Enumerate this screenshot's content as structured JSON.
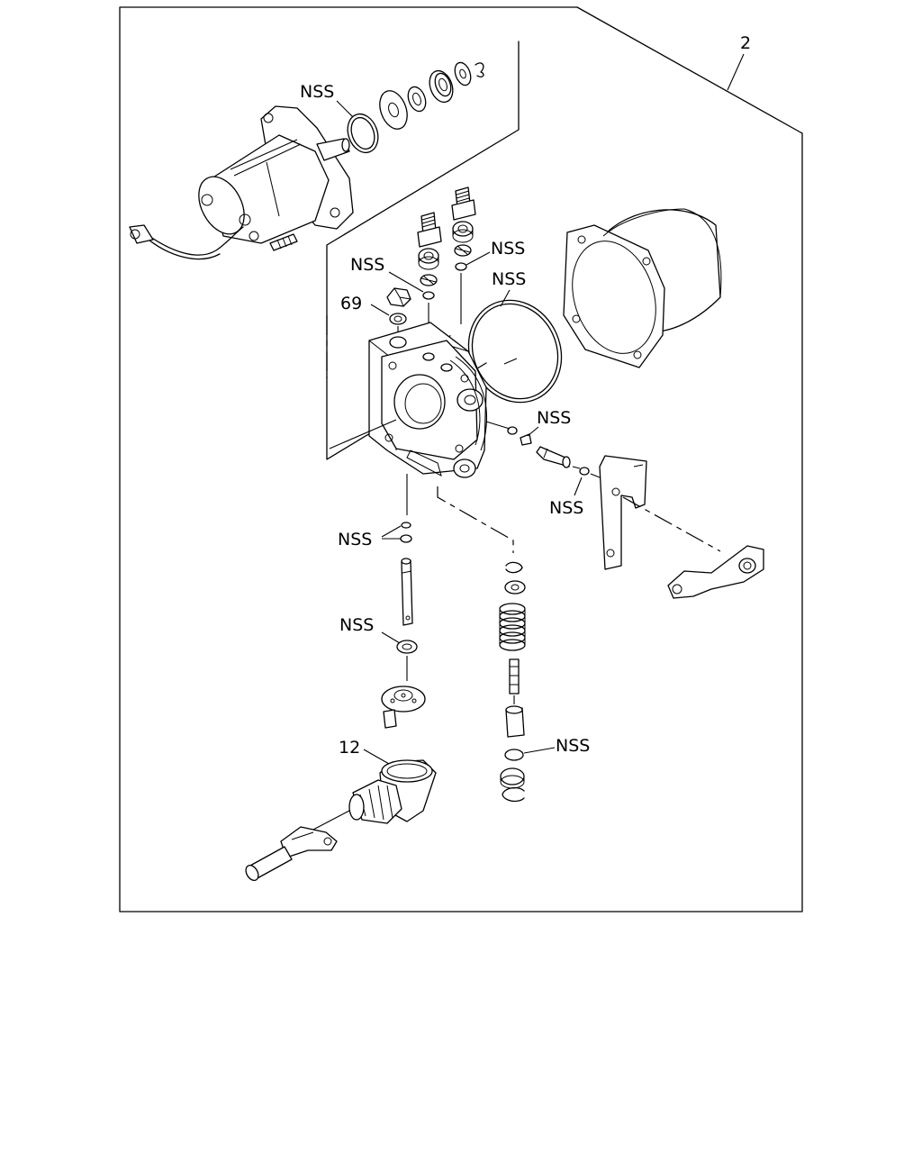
{
  "labels": {
    "kit_number": "2",
    "nss": "NSS",
    "part_69": "69",
    "part_12": "12"
  }
}
